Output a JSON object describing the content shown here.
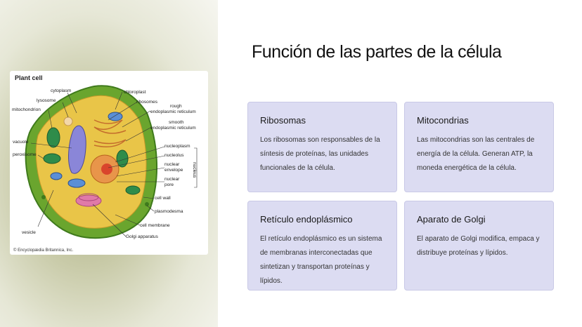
{
  "slide": {
    "title": "Función de las partes de la célula"
  },
  "figure": {
    "title": "Plant cell",
    "credit": "© Encyclopædia Britannica, Inc.",
    "labels": {
      "cytoplasm": "cytoplasm",
      "lysosome": "lysosome",
      "mitochondrion": "mitochondrion",
      "vacuole": "vacuole",
      "peroxisome": "peroxisome",
      "vesicle": "vesicle",
      "chloroplast": "chloroplast",
      "ribosomes": "ribosomes",
      "rough": "rough",
      "rough_er": "endoplasmic reticulum",
      "smooth": "smooth",
      "smooth_er": "endoplasmic reticulum",
      "nucleoplasm": "nucleoplasm",
      "nucleolus": "nucleolus",
      "nuclear": "nuclear",
      "envelope": "envelope",
      "nuclear2": "nuclear",
      "pore": "pore",
      "nucleus": "nucleus",
      "cell_wall": "cell wall",
      "plasmodesma": "plasmodesma",
      "cell_membrane": "cell membrane",
      "golgi": "Golgi apparatus"
    }
  },
  "cards": [
    {
      "title": "Ribosomas",
      "text": "Los ribosomas son responsables de la síntesis de proteínas, las unidades funcionales de la célula."
    },
    {
      "title": "Mitocondrias",
      "text": "Las mitocondrias son las centrales de energía de la célula. Generan ATP, la moneda energética de la célula."
    },
    {
      "title": "Retículo endoplásmico",
      "text": "El retículo endoplásmico es un sistema de membranas interconectadas que sintetizan y transportan proteínas y lípidos."
    },
    {
      "title": "Aparato de Golgi",
      "text": "El aparato de Golgi modifica, empaca y distribuye proteínas y lípidos."
    }
  ]
}
